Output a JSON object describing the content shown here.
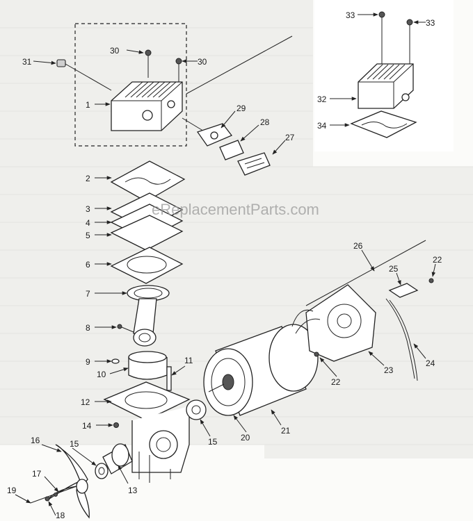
{
  "watermark": "eReplacementParts.com",
  "callouts": [
    {
      "id": "c1",
      "text": "1"
    },
    {
      "id": "c2",
      "text": "2"
    },
    {
      "id": "c3",
      "text": "3"
    },
    {
      "id": "c4",
      "text": "4"
    },
    {
      "id": "c5",
      "text": "5"
    },
    {
      "id": "c6",
      "text": "6"
    },
    {
      "id": "c7",
      "text": "7"
    },
    {
      "id": "c8",
      "text": "8"
    },
    {
      "id": "c9",
      "text": "9"
    },
    {
      "id": "c10",
      "text": "10"
    },
    {
      "id": "c11",
      "text": "11"
    },
    {
      "id": "c12",
      "text": "12"
    },
    {
      "id": "c13",
      "text": "13"
    },
    {
      "id": "c14",
      "text": "14"
    },
    {
      "id": "c15a",
      "text": "15"
    },
    {
      "id": "c15b",
      "text": "15"
    },
    {
      "id": "c16",
      "text": "16"
    },
    {
      "id": "c17",
      "text": "17"
    },
    {
      "id": "c18",
      "text": "18"
    },
    {
      "id": "c19",
      "text": "19"
    },
    {
      "id": "c20",
      "text": "20"
    },
    {
      "id": "c21",
      "text": "21"
    },
    {
      "id": "c22a",
      "text": "22"
    },
    {
      "id": "c22b",
      "text": "22"
    },
    {
      "id": "c23",
      "text": "23"
    },
    {
      "id": "c24",
      "text": "24"
    },
    {
      "id": "c25",
      "text": "25"
    },
    {
      "id": "c26",
      "text": "26"
    },
    {
      "id": "c27",
      "text": "27"
    },
    {
      "id": "c28",
      "text": "28"
    },
    {
      "id": "c29",
      "text": "29"
    },
    {
      "id": "c30a",
      "text": "30"
    },
    {
      "id": "c30b",
      "text": "30"
    },
    {
      "id": "c31",
      "text": "31"
    },
    {
      "id": "c32",
      "text": "32"
    },
    {
      "id": "c33a",
      "text": "33"
    },
    {
      "id": "c33b",
      "text": "33"
    },
    {
      "id": "c34",
      "text": "34"
    }
  ]
}
